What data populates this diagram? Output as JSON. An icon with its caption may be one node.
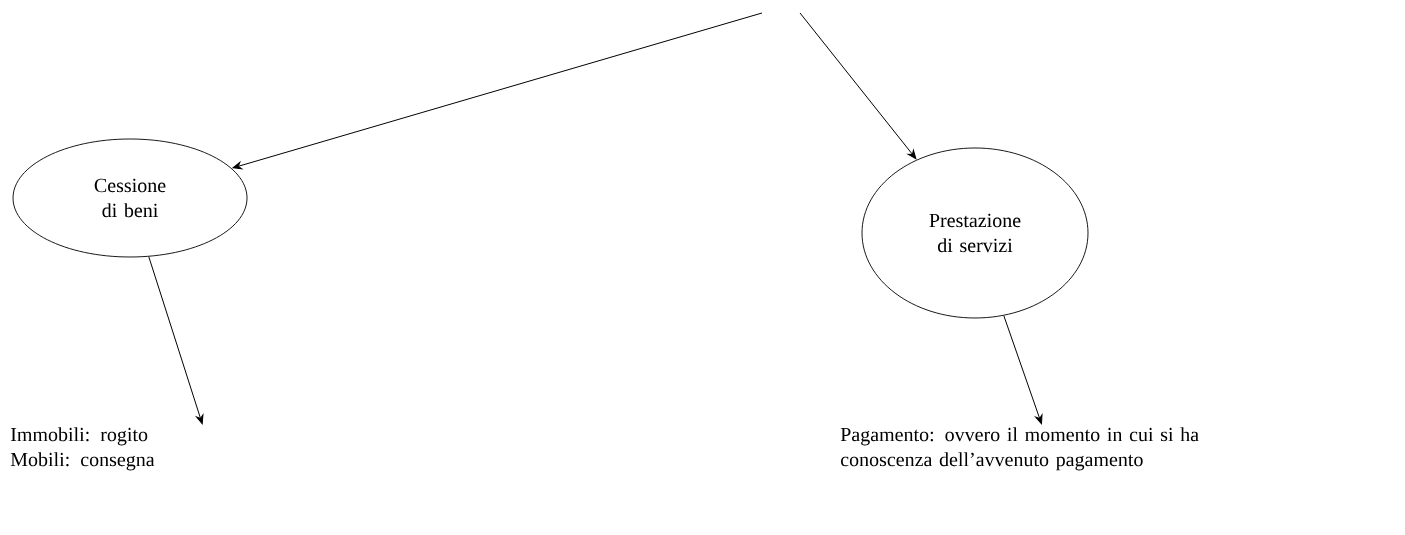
{
  "diagram": {
    "nodes": [
      {
        "text": [
          "Cessione di beni"
        ]
      },
      {
        "text": [
          "Prestazione di servizi"
        ]
      },
      {
        "text": [
          "Immobili: rogito",
          "Mobili: consegna"
        ]
      },
      {
        "text": [
          "Pagamento: ovvero il momento in cui si ha conoscenza dell’avvenuto pagamento"
        ]
      }
    ],
    "edges": [
      {
        "from": null,
        "to": 0,
        "arrow": "to"
      },
      {
        "from": null,
        "to": 1,
        "arrow": "to"
      },
      {
        "from": 0,
        "to": 2,
        "arrow": "to"
      },
      {
        "from": 1,
        "to": 3,
        "arrow": "to"
      }
    ]
  }
}
